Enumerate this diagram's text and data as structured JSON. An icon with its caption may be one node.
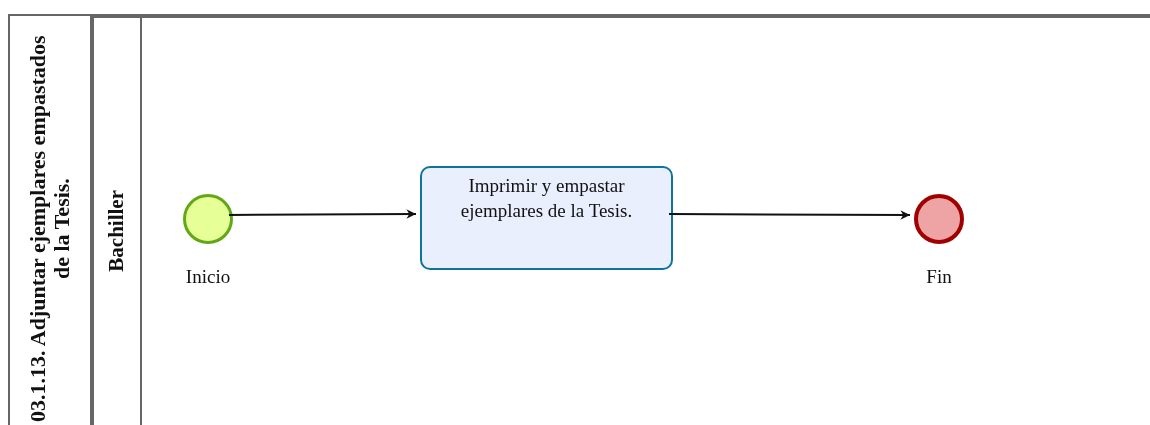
{
  "diagram": {
    "nodes": [
      {
        "text": [
          "03.1.13. Adjuntar ejemplares empastados de la Tesis."
        ]
      },
      {
        "text": [
          "Bachiller"
        ],
        "in": 0
      },
      {
        "text": [],
        "shape": "circle",
        "in": 1,
        "beside": [
          "Inicio"
        ]
      },
      {
        "text": [
          "Imprimir y empastar ejemplares de la Tesis."
        ],
        "in": 1
      },
      {
        "text": [],
        "shape": "circle",
        "in": 1,
        "beside": [
          "Fin"
        ]
      }
    ],
    "edges": [
      {
        "from": 2,
        "to": 3,
        "arrow": "to"
      },
      {
        "from": 3,
        "to": 4,
        "arrow": "to"
      }
    ]
  }
}
